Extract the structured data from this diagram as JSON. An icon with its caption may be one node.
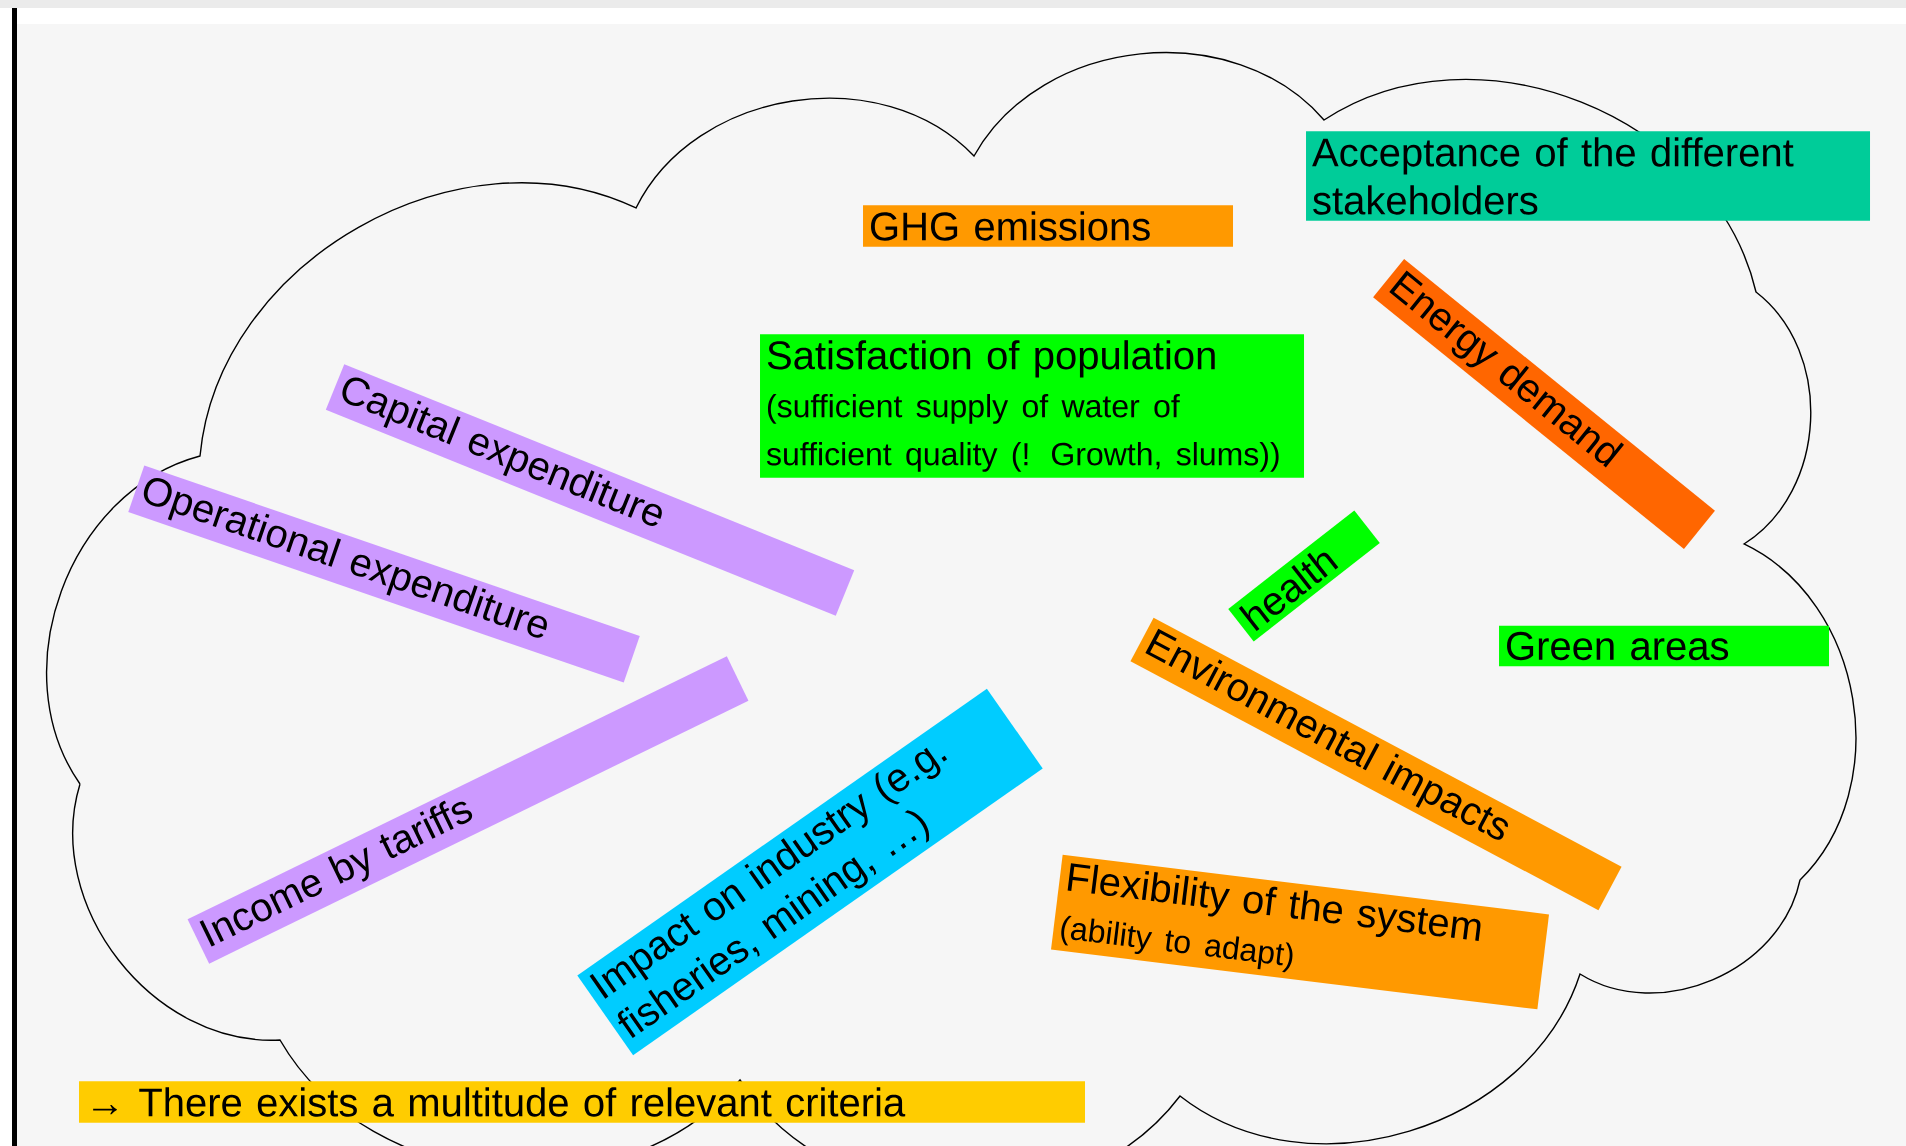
{
  "diagram": {
    "nodes": [
      {
        "text": [
          "GHG emissions"
        ]
      },
      {
        "text": [
          "Acceptance of the different stakeholders"
        ]
      },
      {
        "text": [
          "Satisfaction of population",
          "(sufficient supply of water of sufficient quality (! Growth, slums))"
        ]
      },
      {
        "text": [
          "Energy demand"
        ]
      },
      {
        "text": [
          "Capital expenditure"
        ]
      },
      {
        "text": [
          "Operational expenditure"
        ]
      },
      {
        "text": [
          "health"
        ]
      },
      {
        "text": [
          "Green areas"
        ]
      },
      {
        "text": [
          "Environmental impacts"
        ]
      },
      {
        "text": [
          "Income by tariffs"
        ]
      },
      {
        "text": [
          "Impact on industry (e.g. fisheries, mining, …)"
        ]
      },
      {
        "text": [
          "Flexibility of the system",
          "(ability to adapt)"
        ]
      },
      {
        "text": [
          "→ There exists a multitude of relevant criteria"
        ]
      }
    ]
  }
}
